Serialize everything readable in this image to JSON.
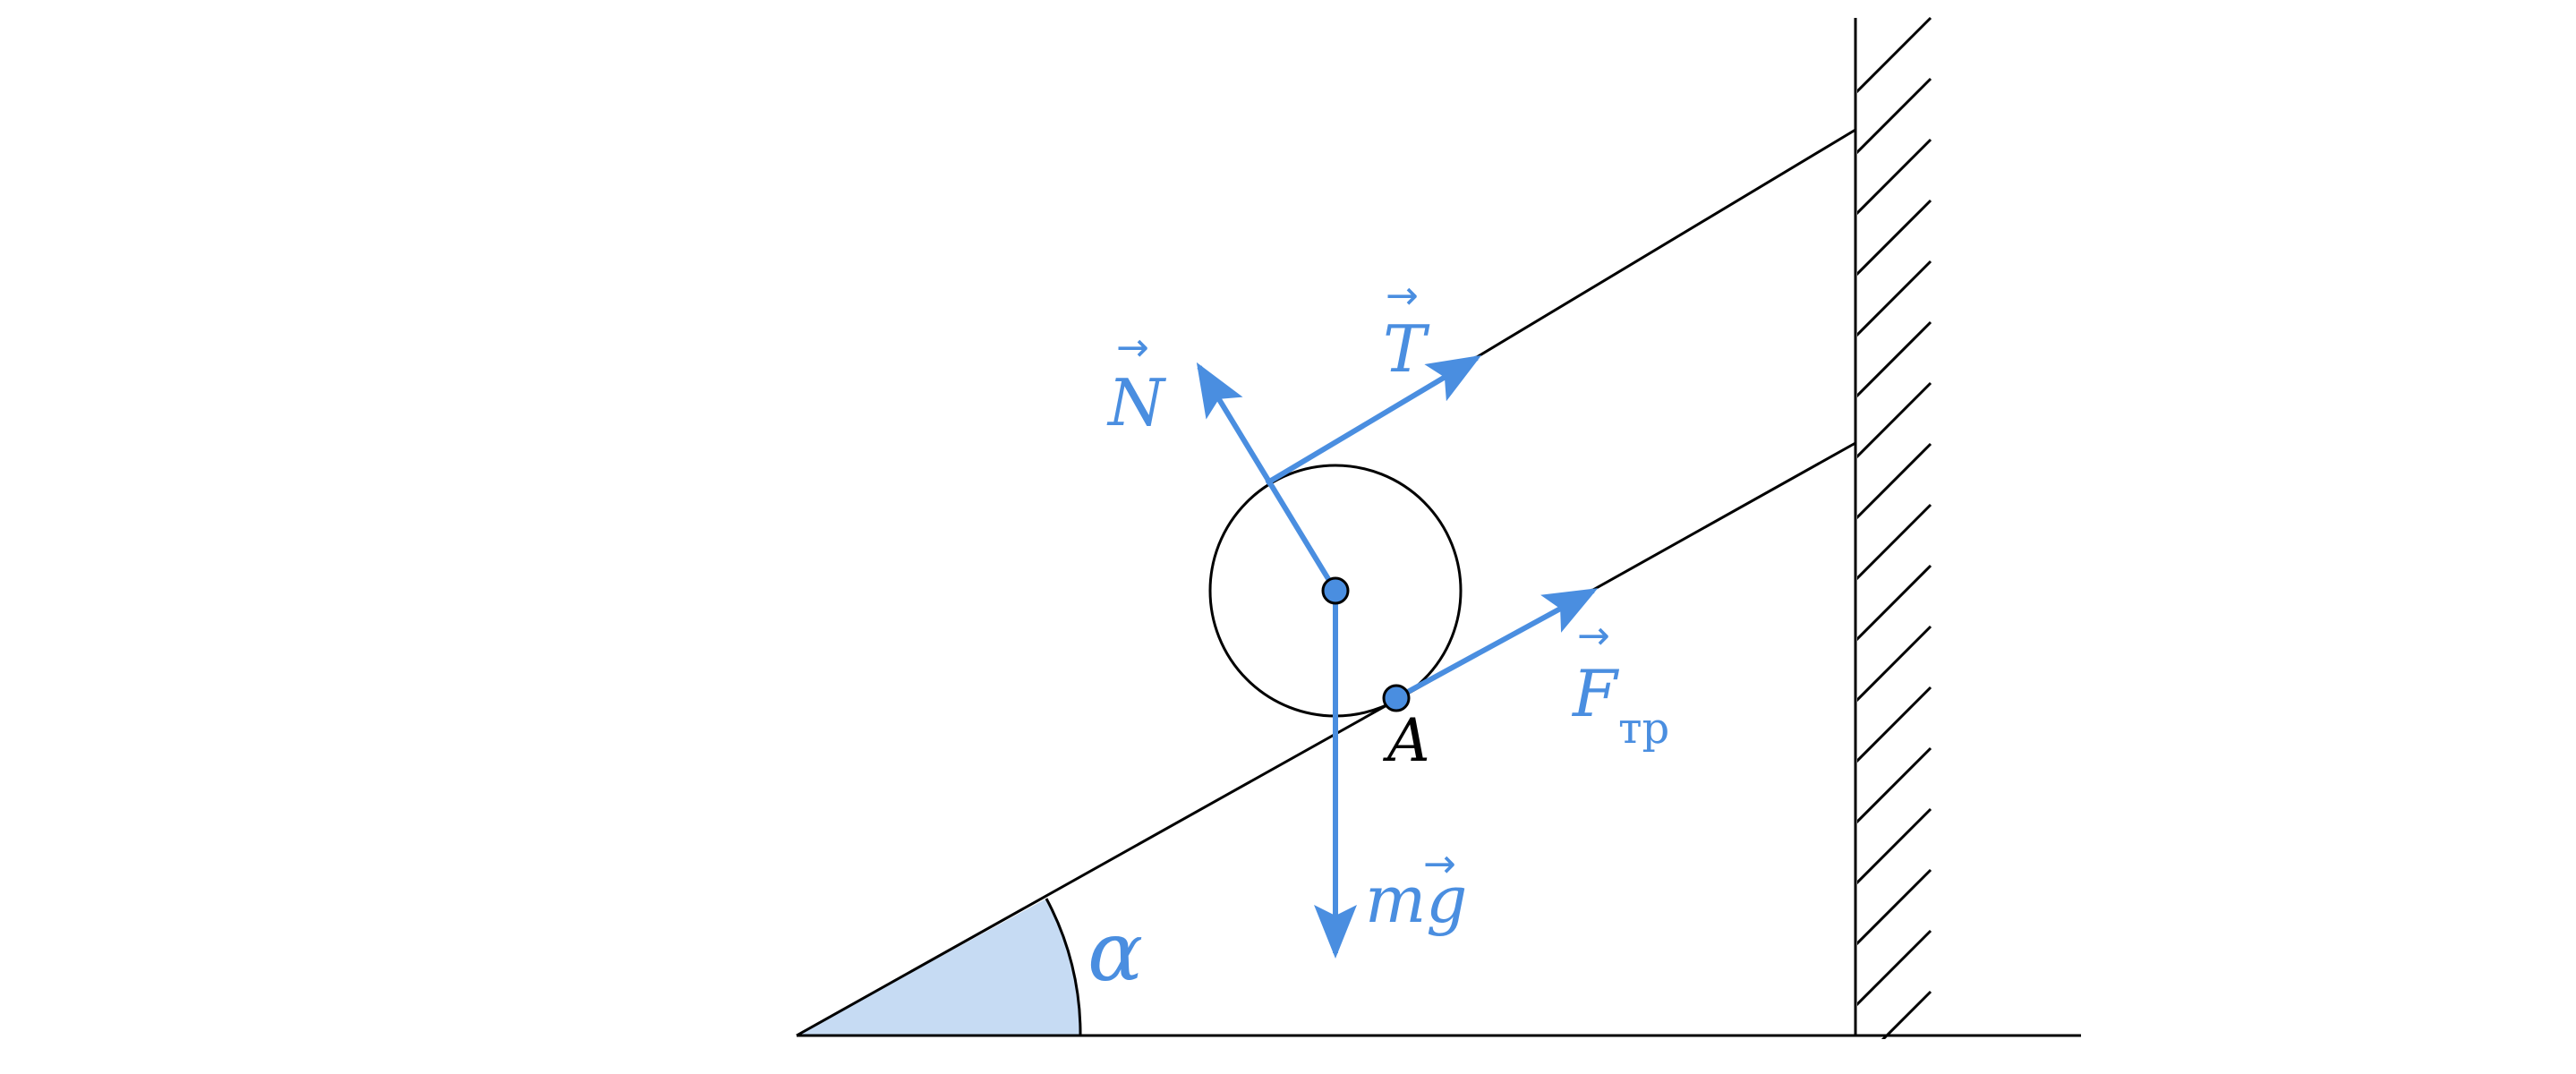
{
  "colors": {
    "line": "#000000",
    "vector": "#4a8ee0",
    "angle_fill": "#c6dbf3",
    "point_fill": "#4a8ee0"
  },
  "labels": {
    "normal": "N",
    "tension": "T",
    "friction": "F",
    "friction_sub": "тр",
    "gravity": "mg",
    "point": "A",
    "angle": "α"
  }
}
